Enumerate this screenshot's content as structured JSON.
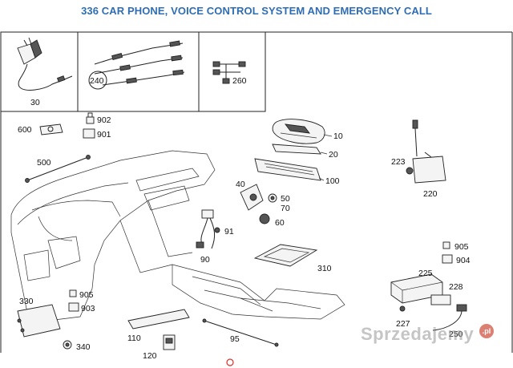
{
  "title": "336 CAR PHONE, VOICE CONTROL SYSTEM AND EMERGENCY CALL",
  "callouts": {
    "p30": "30",
    "p240": "240",
    "p260": "260",
    "p600": "600",
    "p902": "902",
    "p901": "901",
    "p500": "500",
    "p10": "10",
    "p20": "20",
    "p100": "100",
    "p223": "223",
    "p220": "220",
    "p40": "40",
    "p50": "50",
    "p70": "70",
    "p60": "60",
    "p91": "91",
    "p90": "90",
    "p310": "310",
    "p905a": "905",
    "p904": "904",
    "p225": "225",
    "p228": "228",
    "p227": "227",
    "p250": "250",
    "p330": "330",
    "p905b": "905",
    "p903": "903",
    "p340": "340",
    "p110": "110",
    "p120": "120",
    "p95": "95"
  },
  "watermark": {
    "text": "Sprzedajemy",
    "badge": ".pl"
  },
  "colors": {
    "title": "#2f6db3",
    "line": "#222222",
    "marker": "#d9302a"
  }
}
